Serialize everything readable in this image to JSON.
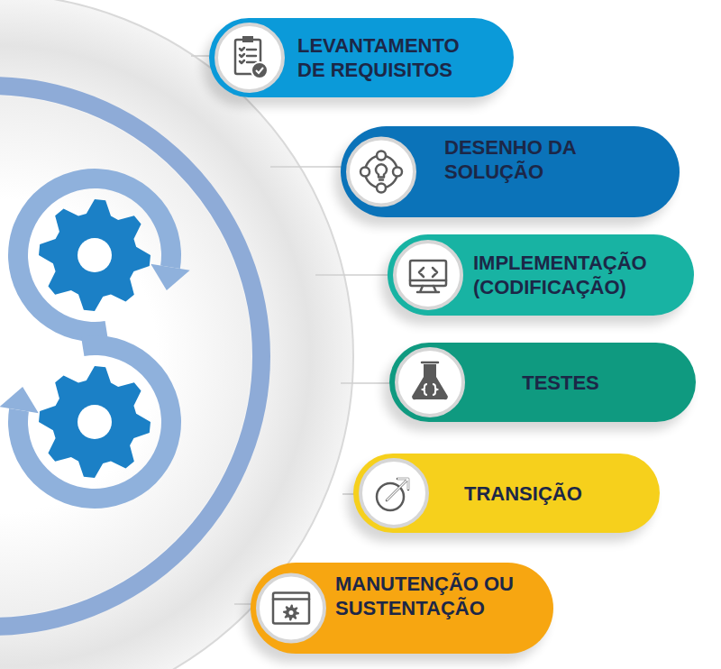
{
  "diagram": {
    "nodes": [
      {
        "text": [
          "LEVANTAMENTO DE REQUISITOS"
        ]
      },
      {
        "text": [
          "DESENHO DA SOLUÇÃO"
        ]
      },
      {
        "text": [
          "IMPLEMENTAÇÃO (CODIFICAÇÃO)"
        ]
      },
      {
        "text": [
          "TESTES"
        ]
      },
      {
        "text": [
          "TRANSIÇÃO"
        ]
      },
      {
        "text": [
          "MANUTENÇÃO OU SUSTENTAÇÃO"
        ]
      }
    ]
  }
}
